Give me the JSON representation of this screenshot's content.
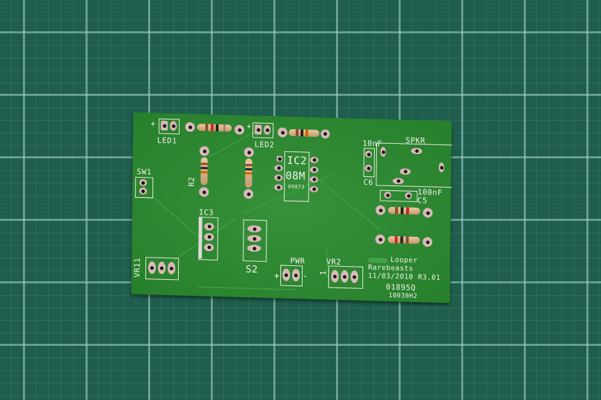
{
  "scene": "Photograph of a green printed circuit board (Looper kit) on a green cutting mat with a light grid",
  "pcb": {
    "board_name": "Looper",
    "maker": "Rarebeasts",
    "date_revision": "11/03/2010 R3.01",
    "serial": "01895Q",
    "batch": "10030H2",
    "labels": {
      "led1": "LED1",
      "led2": "LED2",
      "led1_plus": "+",
      "led2_plus": "+",
      "ic2": "IC2",
      "ic2_part": "08M",
      "ic2_code": "D9873",
      "r2": "R2",
      "sw1": "SW1",
      "ic3": "IC3",
      "vr1": "VR11",
      "s2": "S2",
      "pwr": "PWR",
      "pwr_plus": "+",
      "pwr_minus": "-",
      "vr2": "VR2",
      "vr2_pin1": "1",
      "spkr": "SPKR",
      "c6": "C6",
      "c6_value": "10nF",
      "c5": "C5",
      "c5_value": "100nF"
    }
  },
  "colors": {
    "mat": "#1f5d4d",
    "grid": "#a0d2cd",
    "pcb_green": "#2a8a2e",
    "silkscreen": "#f2f2ec",
    "pad": "#d9b8b8"
  }
}
